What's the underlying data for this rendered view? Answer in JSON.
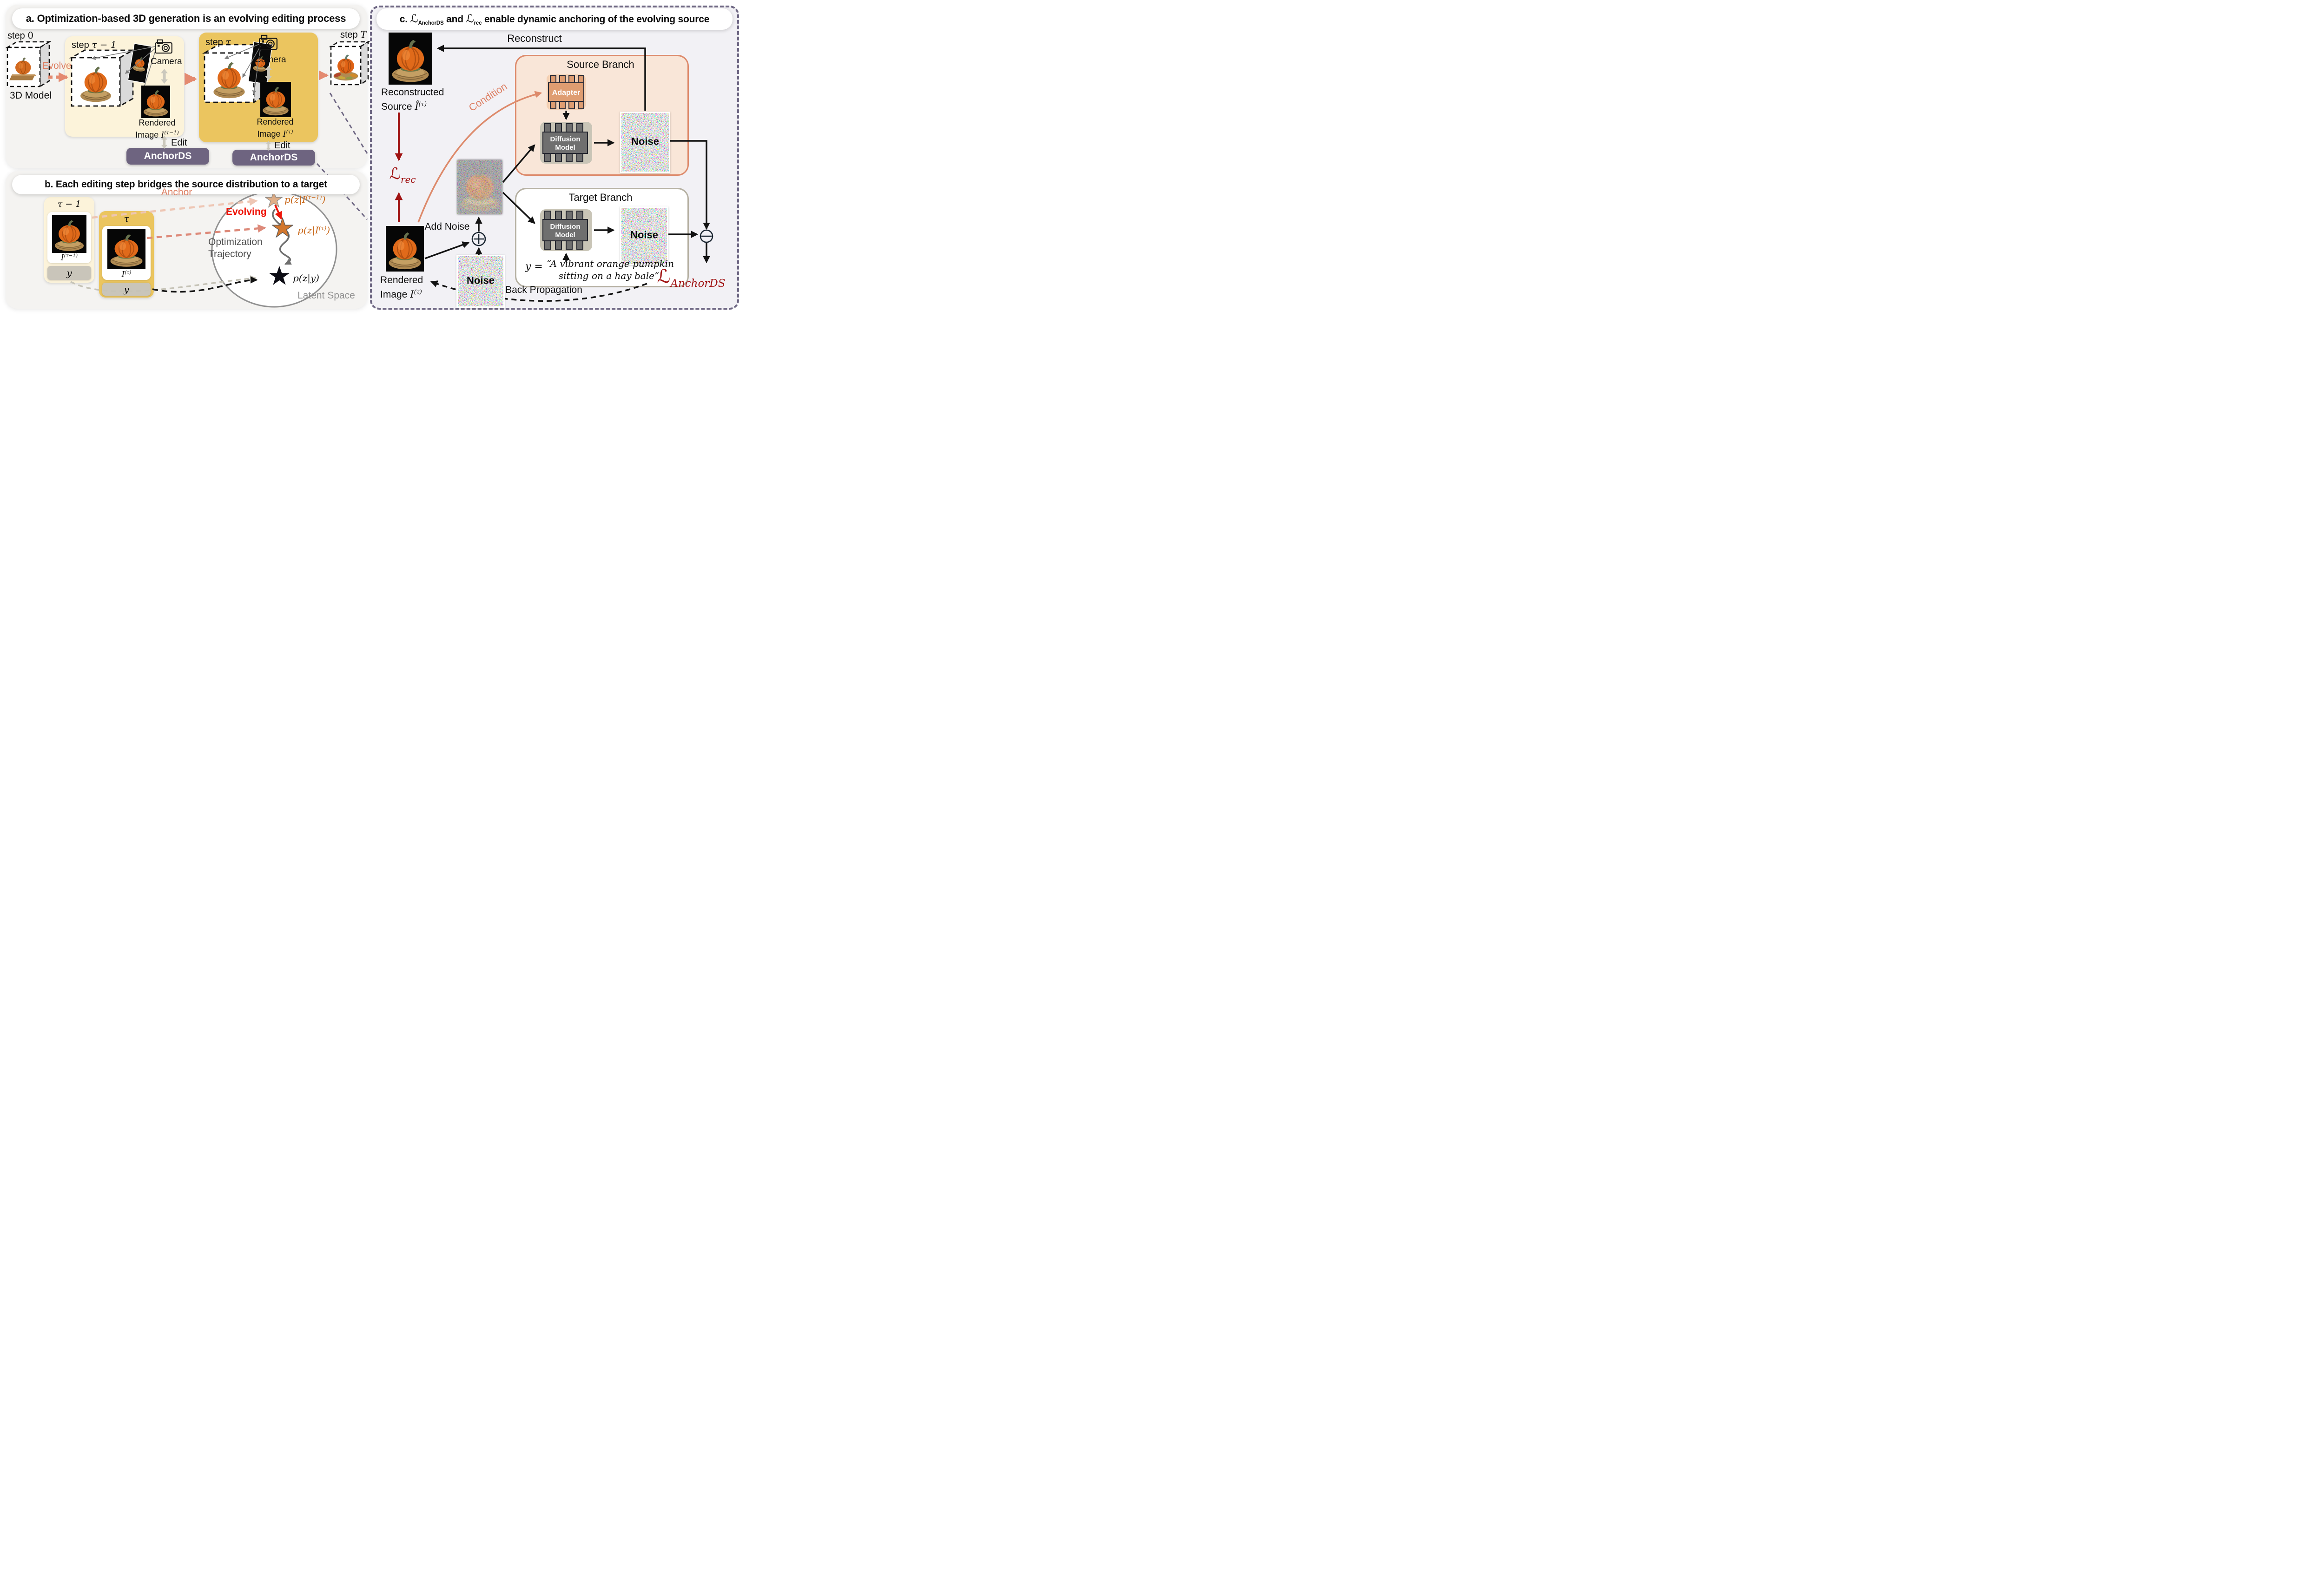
{
  "colors": {
    "panel_bg": "#f4f3f1",
    "panel_c_bg": "#f2f1f5",
    "cream": "#fcf3da",
    "gold": "#ebc55f",
    "purple_box": "#6e6480",
    "purple_dash": "#6f6884",
    "salmon": "#dd7f63",
    "salmon_light": "#eec6b4",
    "dark_red": "#a01313",
    "red": "#ee1509",
    "orange_math": "#c96a1d",
    "source_branch_fill": "#f9e6d8",
    "source_branch_border": "#dd8a6b",
    "target_branch_border": "#b6b1a3",
    "adapter_orange": "#df9d71",
    "chip_gray": "#6f6f6f"
  },
  "panel_a": {
    "title": "a. Optimization-based 3D generation is an evolving editing process",
    "step_word": "step",
    "step0_num": "0",
    "tau_prev": "τ − 1",
    "tau": "τ",
    "T_sym": "T",
    "model3d": "3D Model",
    "evolve": "Evolve",
    "camera": "Camera",
    "rendered": "Rendered",
    "image_word": "Image ",
    "i_sym": "I",
    "sup_prev": "(τ−1)",
    "sup_cur": "(τ)",
    "edit": "Edit",
    "anchords": "AnchorDS"
  },
  "panel_b": {
    "title": "b. Each editing step bridges the source distribution to a target",
    "anchor": "Anchor",
    "tag_prev": "τ − 1",
    "tag_cur": "τ",
    "i_sym": "I",
    "sup_prev": "(τ−1)",
    "sup_cur": "(τ)",
    "y_label": "y",
    "evolving": "Evolving",
    "p_pre": "p(z|I",
    "p_close": ")",
    "p_target": "p(z|y)",
    "opt1": "Optimization",
    "opt2": "Trajectory",
    "latent": "Latent Space"
  },
  "panel_c": {
    "title_prefix": "c. ",
    "loss_sym": "ℒ",
    "sub_anchords": "AnchorDS",
    "title_and": " and ",
    "sub_rec": "rec",
    "title_rest": " enable dynamic anchoring of the evolving source",
    "reconstruct": "Reconstruct",
    "recon1": "Reconstructed",
    "recon2_pre": "Source ",
    "ihat_sym": "Î",
    "sup_cur": "(τ)",
    "condition": "Condition",
    "source_branch": "Source Branch",
    "adapter": "Adapter",
    "diffusion1": "Diffusion",
    "diffusion2": "Model",
    "noise": "Noise",
    "add_noise": "Add Noise",
    "rendered1": "Rendered",
    "image_word": "Image ",
    "i_sym": "I",
    "target_branch": "Target Branch",
    "prompt_y": "y =",
    "prompt1": "“A vibrant orange pumpkin",
    "prompt2": "sitting on a hay bale”",
    "back_prop": "Back Propagation"
  }
}
